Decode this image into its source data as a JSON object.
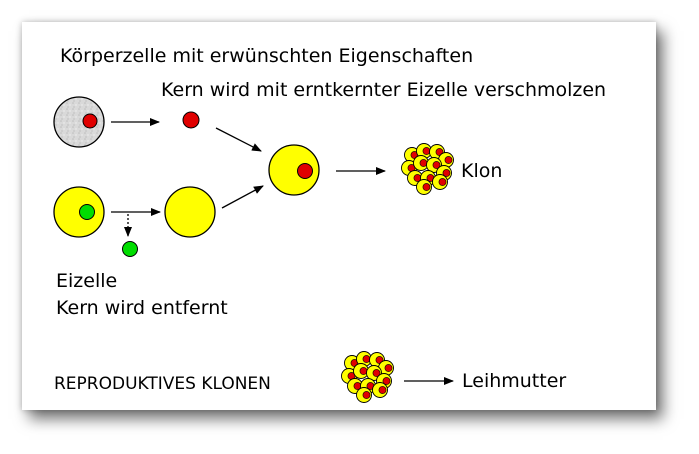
{
  "labels": {
    "somatic_cell": "Körperzelle mit erwünschten Eigenschaften",
    "nucleus_fused": "Kern wird mit erntkernter Eizelle verschmolzen",
    "clone": "Klon",
    "egg_cell": "Eizelle",
    "nucleus_removed": "Kern wird entfernt",
    "reproductive_cloning": "REPRODUKTIVES KLONEN",
    "surrogate_mother": "Leihmutter"
  },
  "colors": {
    "egg_yellow": "#ffff00",
    "nucleus_red": "#e00000",
    "nucleus_green": "#00dd00",
    "somatic_grey": "#d8d8d8"
  }
}
